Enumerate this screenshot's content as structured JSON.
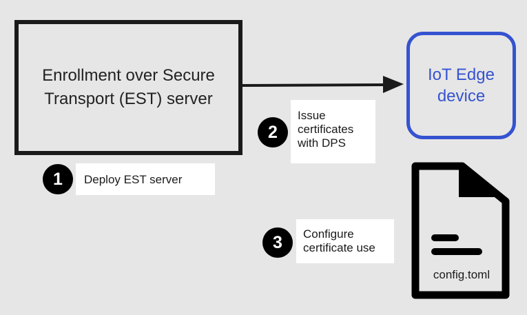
{
  "nodes": {
    "est_server": "Enrollment over Secure\nTransport (EST) server",
    "iot_device": "IoT Edge\ndevice",
    "config_file": "config.toml"
  },
  "steps": [
    {
      "number": "1",
      "text": "Deploy EST server"
    },
    {
      "number": "2",
      "text": "Issue\ncertificates\nwith DPS"
    },
    {
      "number": "3",
      "text": "Configure\ncertificate use"
    }
  ],
  "colors": {
    "background": "#e6e6e6",
    "dark": "#1a1a1a",
    "iot_accent": "#3553d0",
    "note_fill": "#ffffff"
  },
  "icons": {
    "config_file": "document-icon",
    "connector": "arrow-right-icon"
  }
}
